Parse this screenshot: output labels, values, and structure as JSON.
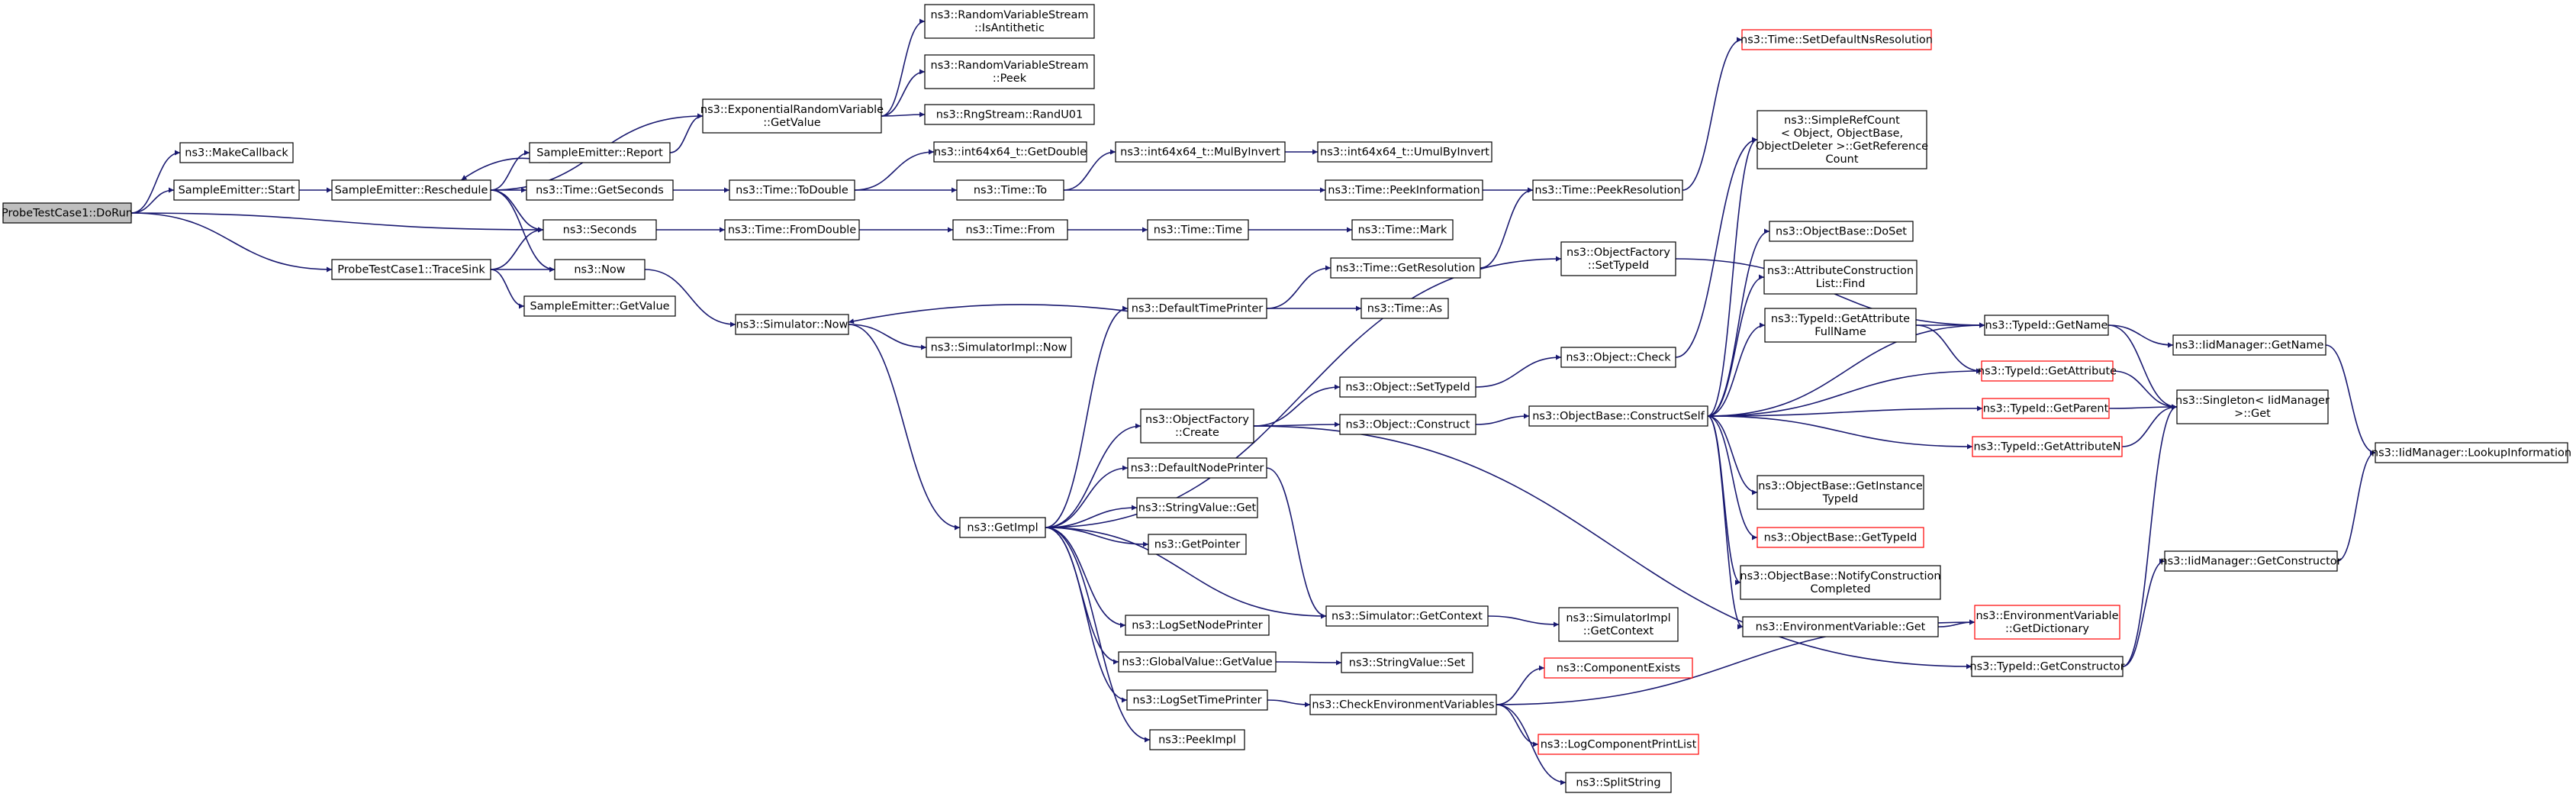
{
  "diagram": {
    "nodes": [
      {
        "id": "dorun",
        "lines": [
          "ProbeTestCase1::DoRun"
        ],
        "style": "root"
      },
      {
        "id": "makecallback",
        "lines": [
          "ns3::MakeCallback"
        ],
        "style": "normal"
      },
      {
        "id": "se_start",
        "lines": [
          "SampleEmitter::Start"
        ],
        "style": "normal"
      },
      {
        "id": "se_resched",
        "lines": [
          "SampleEmitter::Reschedule"
        ],
        "style": "normal"
      },
      {
        "id": "se_report",
        "lines": [
          "SampleEmitter::Report"
        ],
        "style": "normal"
      },
      {
        "id": "time_getsec",
        "lines": [
          "ns3::Time::GetSeconds"
        ],
        "style": "normal"
      },
      {
        "id": "seconds",
        "lines": [
          "ns3::Seconds"
        ],
        "style": "normal"
      },
      {
        "id": "now",
        "lines": [
          "ns3::Now"
        ],
        "style": "normal"
      },
      {
        "id": "tracesink",
        "lines": [
          "ProbeTestCase1::TraceSink"
        ],
        "style": "normal"
      },
      {
        "id": "se_getvalue",
        "lines": [
          "SampleEmitter::GetValue"
        ],
        "style": "normal"
      },
      {
        "id": "exprv",
        "lines": [
          "ns3::ExponentialRandomVariable",
          "::GetValue"
        ],
        "style": "normal"
      },
      {
        "id": "rvs_anti",
        "lines": [
          "ns3::RandomVariableStream",
          "::IsAntithetic"
        ],
        "style": "normal"
      },
      {
        "id": "rvs_peek",
        "lines": [
          "ns3::RandomVariableStream",
          "::Peek"
        ],
        "style": "normal"
      },
      {
        "id": "rng_randu01",
        "lines": [
          "ns3::RngStream::RandU01"
        ],
        "style": "normal"
      },
      {
        "id": "time_todouble",
        "lines": [
          "ns3::Time::ToDouble"
        ],
        "style": "normal"
      },
      {
        "id": "time_fromdouble",
        "lines": [
          "ns3::Time::FromDouble"
        ],
        "style": "normal"
      },
      {
        "id": "int64_getdouble",
        "lines": [
          "ns3::int64x64_t::GetDouble"
        ],
        "style": "normal"
      },
      {
        "id": "time_to",
        "lines": [
          "ns3::Time::To"
        ],
        "style": "normal"
      },
      {
        "id": "time_from",
        "lines": [
          "ns3::Time::From"
        ],
        "style": "normal"
      },
      {
        "id": "int64_mulbyinvert",
        "lines": [
          "ns3::int64x64_t::MulByInvert"
        ],
        "style": "normal"
      },
      {
        "id": "int64_umulbyinvert",
        "lines": [
          "ns3::int64x64_t::UmulByInvert"
        ],
        "style": "normal"
      },
      {
        "id": "time_peekinfo",
        "lines": [
          "ns3::Time::PeekInformation"
        ],
        "style": "normal"
      },
      {
        "id": "time_time",
        "lines": [
          "ns3::Time::Time"
        ],
        "style": "normal"
      },
      {
        "id": "time_mark",
        "lines": [
          "ns3::Time::Mark"
        ],
        "style": "normal"
      },
      {
        "id": "time_peekres",
        "lines": [
          "ns3::Time::PeekResolution"
        ],
        "style": "normal"
      },
      {
        "id": "time_setdefres",
        "lines": [
          "ns3::Time::SetDefaultNsResolution"
        ],
        "style": "truncated"
      },
      {
        "id": "sim_now",
        "lines": [
          "ns3::Simulator::Now"
        ],
        "style": "normal"
      },
      {
        "id": "simimpl_now",
        "lines": [
          "ns3::SimulatorImpl::Now"
        ],
        "style": "normal"
      },
      {
        "id": "defaulttimeprinter",
        "lines": [
          "ns3::DefaultTimePrinter"
        ],
        "style": "normal"
      },
      {
        "id": "time_getres",
        "lines": [
          "ns3::Time::GetResolution"
        ],
        "style": "normal"
      },
      {
        "id": "time_as",
        "lines": [
          "ns3::Time::As"
        ],
        "style": "normal"
      },
      {
        "id": "objfactory_create",
        "lines": [
          "ns3::ObjectFactory",
          "::Create"
        ],
        "style": "normal"
      },
      {
        "id": "defaultnodeprinter",
        "lines": [
          "ns3::DefaultNodePrinter"
        ],
        "style": "normal"
      },
      {
        "id": "stringvalue_get",
        "lines": [
          "ns3::StringValue::Get"
        ],
        "style": "normal"
      },
      {
        "id": "getpointer",
        "lines": [
          "ns3::GetPointer"
        ],
        "style": "normal"
      },
      {
        "id": "getimpl",
        "lines": [
          "ns3::GetImpl"
        ],
        "style": "normal"
      },
      {
        "id": "lognodeprinter",
        "lines": [
          "ns3::LogSetNodePrinter"
        ],
        "style": "normal"
      },
      {
        "id": "globalvalue_get",
        "lines": [
          "ns3::GlobalValue::GetValue"
        ],
        "style": "normal"
      },
      {
        "id": "logtimeprinter",
        "lines": [
          "ns3::LogSetTimePrinter"
        ],
        "style": "normal"
      },
      {
        "id": "peekimpl",
        "lines": [
          "ns3::PeekImpl"
        ],
        "style": "normal"
      },
      {
        "id": "obj_settypeid",
        "lines": [
          "ns3::Object::SetTypeId"
        ],
        "style": "normal"
      },
      {
        "id": "obj_construct",
        "lines": [
          "ns3::Object::Construct"
        ],
        "style": "normal"
      },
      {
        "id": "sim_getcontext",
        "lines": [
          "ns3::Simulator::GetContext"
        ],
        "style": "normal"
      },
      {
        "id": "stringvalue_set",
        "lines": [
          "ns3::StringValue::Set"
        ],
        "style": "normal"
      },
      {
        "id": "checkenv",
        "lines": [
          "ns3::CheckEnvironmentVariables"
        ],
        "style": "normal"
      },
      {
        "id": "objfactory_settypeid",
        "lines": [
          "ns3::ObjectFactory",
          "::SetTypeId"
        ],
        "style": "normal"
      },
      {
        "id": "obj_check",
        "lines": [
          "ns3::Object::Check"
        ],
        "style": "normal"
      },
      {
        "id": "objbase_constructself",
        "lines": [
          "ns3::ObjectBase::ConstructSelf"
        ],
        "style": "normal"
      },
      {
        "id": "simimpl_getcontext",
        "lines": [
          "ns3::SimulatorImpl",
          "::GetContext"
        ],
        "style": "normal"
      },
      {
        "id": "componentexists",
        "lines": [
          "ns3::ComponentExists"
        ],
        "style": "truncated"
      },
      {
        "id": "logcomponentprintlist",
        "lines": [
          "ns3::LogComponentPrintList"
        ],
        "style": "truncated"
      },
      {
        "id": "splitstring",
        "lines": [
          "ns3::SplitString"
        ],
        "style": "normal"
      },
      {
        "id": "simplerefcount",
        "lines": [
          "ns3::SimpleRefCount",
          "< Object, ObjectBase,",
          "ObjectDeleter >::GetReference",
          "Count"
        ],
        "style": "normal"
      },
      {
        "id": "objbase_doset",
        "lines": [
          "ns3::ObjectBase::DoSet"
        ],
        "style": "normal"
      },
      {
        "id": "attrconstructionlist_find",
        "lines": [
          "ns3::AttributeConstruction",
          "List::Find"
        ],
        "style": "normal"
      },
      {
        "id": "typeid_getattrfullname",
        "lines": [
          "ns3::TypeId::GetAttribute",
          "FullName"
        ],
        "style": "normal"
      },
      {
        "id": "objbase_getinstancetypeid",
        "lines": [
          "ns3::ObjectBase::GetInstance",
          "TypeId"
        ],
        "style": "normal"
      },
      {
        "id": "objbase_gettypeid",
        "lines": [
          "ns3::ObjectBase::GetTypeId"
        ],
        "style": "truncated"
      },
      {
        "id": "objbase_notify",
        "lines": [
          "ns3::ObjectBase::NotifyConstruction",
          "Completed"
        ],
        "style": "normal"
      },
      {
        "id": "envvar_get",
        "lines": [
          "ns3::EnvironmentVariable::Get"
        ],
        "style": "normal"
      },
      {
        "id": "typeid_getname",
        "lines": [
          "ns3::TypeId::GetName"
        ],
        "style": "normal"
      },
      {
        "id": "typeid_getattribute",
        "lines": [
          "ns3::TypeId::GetAttribute"
        ],
        "style": "truncated"
      },
      {
        "id": "typeid_getparent",
        "lines": [
          "ns3::TypeId::GetParent"
        ],
        "style": "truncated"
      },
      {
        "id": "typeid_getattributen",
        "lines": [
          "ns3::TypeId::GetAttributeN"
        ],
        "style": "truncated"
      },
      {
        "id": "envvar_getdict",
        "lines": [
          "ns3::EnvironmentVariable",
          "::GetDictionary"
        ],
        "style": "truncated"
      },
      {
        "id": "typeid_getconstructor",
        "lines": [
          "ns3::TypeId::GetConstructor"
        ],
        "style": "normal"
      },
      {
        "id": "iidmanager_getname",
        "lines": [
          "ns3::IidManager::GetName"
        ],
        "style": "normal"
      },
      {
        "id": "singleton_get",
        "lines": [
          "ns3::Singleton< IidManager",
          " >::Get"
        ],
        "style": "normal"
      },
      {
        "id": "iidmanager_getconstructor",
        "lines": [
          "ns3::IidManager::GetConstructor"
        ],
        "style": "normal"
      },
      {
        "id": "iidmanager_lookupinfo",
        "lines": [
          "ns3::IidManager::LookupInformation"
        ],
        "style": "normal"
      }
    ],
    "edges": [
      [
        "dorun",
        "makecallback"
      ],
      [
        "dorun",
        "se_start"
      ],
      [
        "dorun",
        "seconds"
      ],
      [
        "dorun",
        "tracesink"
      ],
      [
        "se_start",
        "se_resched"
      ],
      [
        "se_resched",
        "se_report"
      ],
      [
        "se_resched",
        "exprv"
      ],
      [
        "se_resched",
        "time_getsec"
      ],
      [
        "se_resched",
        "seconds"
      ],
      [
        "se_resched",
        "now"
      ],
      [
        "se_report",
        "exprv"
      ],
      [
        "se_report",
        "se_resched"
      ],
      [
        "exprv",
        "rvs_anti"
      ],
      [
        "exprv",
        "rvs_peek"
      ],
      [
        "exprv",
        "rng_randu01"
      ],
      [
        "time_getsec",
        "time_todouble"
      ],
      [
        "time_todouble",
        "int64_getdouble"
      ],
      [
        "time_todouble",
        "time_to"
      ],
      [
        "time_to",
        "int64_mulbyinvert"
      ],
      [
        "time_to",
        "time_peekinfo"
      ],
      [
        "int64_mulbyinvert",
        "int64_umulbyinvert"
      ],
      [
        "time_peekinfo",
        "time_peekres"
      ],
      [
        "time_peekres",
        "time_setdefres"
      ],
      [
        "seconds",
        "time_fromdouble"
      ],
      [
        "time_fromdouble",
        "time_from"
      ],
      [
        "time_from",
        "time_time"
      ],
      [
        "time_time",
        "time_mark"
      ],
      [
        "tracesink",
        "seconds"
      ],
      [
        "tracesink",
        "now"
      ],
      [
        "tracesink",
        "se_getvalue"
      ],
      [
        "now",
        "sim_now"
      ],
      [
        "sim_now",
        "simimpl_now"
      ],
      [
        "sim_now",
        "getimpl"
      ],
      [
        "defaulttimeprinter",
        "sim_now"
      ],
      [
        "defaulttimeprinter",
        "time_getres"
      ],
      [
        "defaulttimeprinter",
        "time_as"
      ],
      [
        "time_getres",
        "time_peekres"
      ],
      [
        "getimpl",
        "defaulttimeprinter"
      ],
      [
        "getimpl",
        "objfactory_settypeid"
      ],
      [
        "getimpl",
        "objfactory_create"
      ],
      [
        "getimpl",
        "defaultnodeprinter"
      ],
      [
        "getimpl",
        "stringvalue_get"
      ],
      [
        "getimpl",
        "getpointer"
      ],
      [
        "getimpl",
        "sim_getcontext"
      ],
      [
        "getimpl",
        "lognodeprinter"
      ],
      [
        "getimpl",
        "globalvalue_get"
      ],
      [
        "getimpl",
        "logtimeprinter"
      ],
      [
        "getimpl",
        "peekimpl"
      ],
      [
        "objfactory_settypeid",
        "typeid_getname"
      ],
      [
        "objfactory_create",
        "obj_settypeid"
      ],
      [
        "objfactory_create",
        "obj_construct"
      ],
      [
        "objfactory_create",
        "typeid_getconstructor"
      ],
      [
        "obj_settypeid",
        "obj_check"
      ],
      [
        "obj_check",
        "simplerefcount"
      ],
      [
        "obj_construct",
        "objbase_constructself"
      ],
      [
        "defaultnodeprinter",
        "sim_getcontext"
      ],
      [
        "sim_getcontext",
        "simimpl_getcontext"
      ],
      [
        "globalvalue_get",
        "stringvalue_set"
      ],
      [
        "logtimeprinter",
        "checkenv"
      ],
      [
        "checkenv",
        "componentexists"
      ],
      [
        "checkenv",
        "logcomponentprintlist"
      ],
      [
        "checkenv",
        "splitstring"
      ],
      [
        "checkenv",
        "envvar_getdict"
      ],
      [
        "objbase_constructself",
        "simplerefcount"
      ],
      [
        "objbase_constructself",
        "objbase_doset"
      ],
      [
        "objbase_constructself",
        "attrconstructionlist_find"
      ],
      [
        "objbase_constructself",
        "typeid_getattrfullname"
      ],
      [
        "objbase_constructself",
        "typeid_getname"
      ],
      [
        "objbase_constructself",
        "typeid_getattribute"
      ],
      [
        "objbase_constructself",
        "typeid_getparent"
      ],
      [
        "objbase_constructself",
        "typeid_getattributen"
      ],
      [
        "objbase_constructself",
        "objbase_getinstancetypeid"
      ],
      [
        "objbase_constructself",
        "objbase_gettypeid"
      ],
      [
        "objbase_constructself",
        "objbase_notify"
      ],
      [
        "objbase_constructself",
        "envvar_get"
      ],
      [
        "envvar_get",
        "envvar_getdict"
      ],
      [
        "typeid_getattrfullname",
        "typeid_getname"
      ],
      [
        "typeid_getattrfullname",
        "typeid_getattribute"
      ],
      [
        "typeid_getname",
        "iidmanager_getname"
      ],
      [
        "typeid_getname",
        "singleton_get"
      ],
      [
        "typeid_getattribute",
        "singleton_get"
      ],
      [
        "typeid_getparent",
        "singleton_get"
      ],
      [
        "typeid_getattributen",
        "singleton_get"
      ],
      [
        "iidmanager_getname",
        "iidmanager_lookupinfo"
      ],
      [
        "typeid_getconstructor",
        "singleton_get"
      ],
      [
        "typeid_getconstructor",
        "iidmanager_getconstructor"
      ],
      [
        "iidmanager_getconstructor",
        "iidmanager_lookupinfo"
      ]
    ]
  },
  "colors": {
    "edge": "#191970",
    "node_border": "#000000",
    "truncated_border": "#ff0000",
    "root_fill": "#bfbfbf",
    "background": "#ffffff"
  }
}
